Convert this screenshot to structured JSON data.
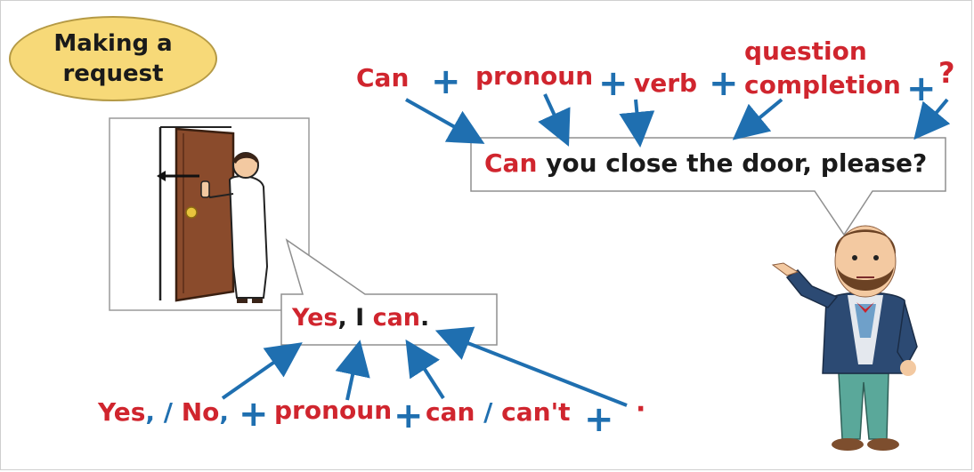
{
  "title": {
    "line1": "Making a",
    "line2": "request"
  },
  "formula_top": {
    "can": "Can",
    "pronoun": "pronoun",
    "verb": "verb",
    "question_line1": "question",
    "question_line2": "completion",
    "qmark": "?",
    "plus": "+"
  },
  "bubble_top": {
    "can": "Can",
    "rest": " you close the door, please?"
  },
  "bubble_bottom": {
    "yes": "Yes",
    "comma": ", I ",
    "can": "can",
    "dot": "."
  },
  "formula_bottom": {
    "yes": "Yes",
    "sep1": ", / ",
    "no": "No",
    "sep2": ",",
    "pronoun": "pronoun",
    "can": "can",
    "slash": " / ",
    "cant": "can't",
    "dot": "·",
    "plus": "+"
  },
  "colors": {
    "red": "#d0252e",
    "blue": "#1f6fb0",
    "oval": "#f7d978",
    "door": "#8a4b2c"
  }
}
